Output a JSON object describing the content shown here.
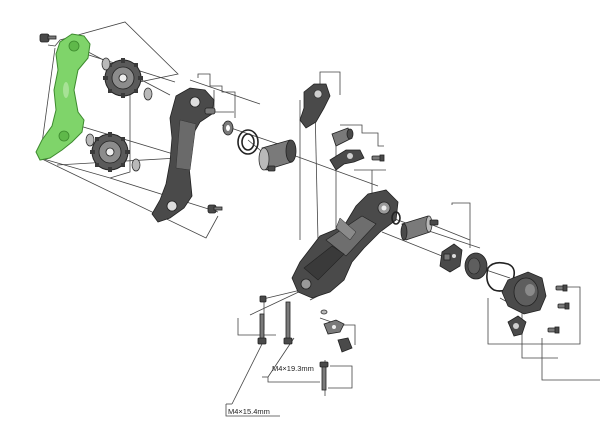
{
  "diagram": {
    "labels": {
      "bolt_short": "M4×15.4mm",
      "bolt_long": "M4×19.3mm"
    },
    "colors": {
      "highlight": "#7fd46a",
      "part": "#4a4a4a",
      "background": "#ffffff"
    },
    "highlighted_part": "inner-cage-plate"
  }
}
